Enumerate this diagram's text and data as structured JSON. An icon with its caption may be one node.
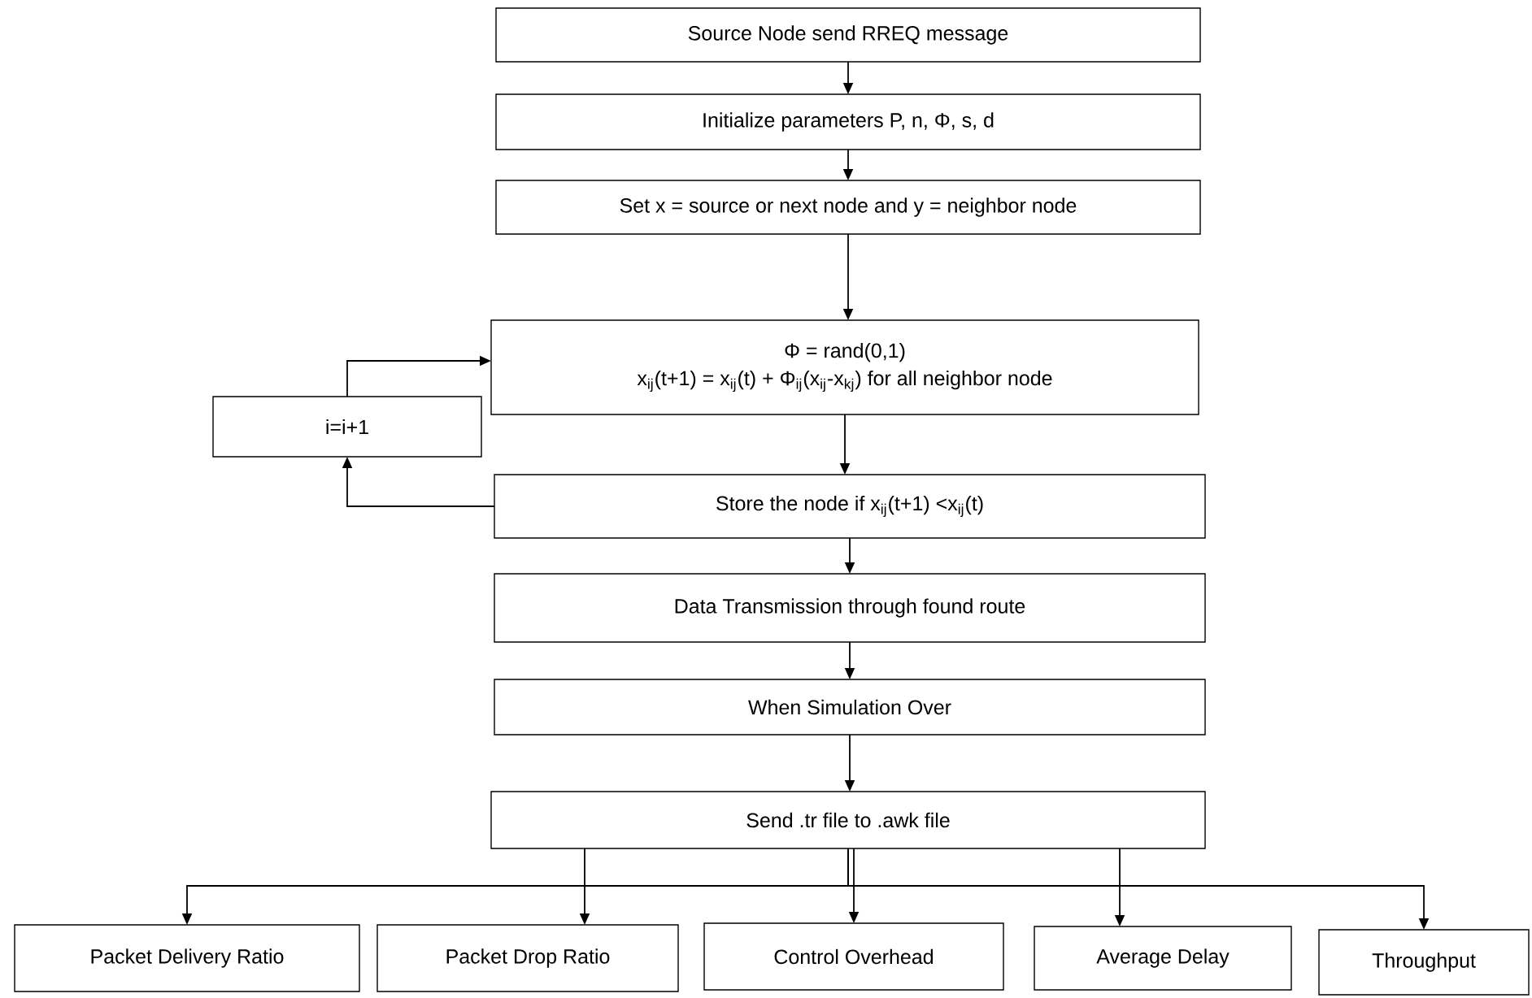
{
  "diagram": {
    "nodes": [
      {
        "text": [
          "Source Node send RREQ message"
        ]
      },
      {
        "text": [
          "Initialize parameters P, n, Φ, s, d"
        ]
      },
      {
        "text": [
          "Set x = source or next node and y = neighbor node"
        ]
      },
      {
        "text": [
          "Φ = rand(0,1)",
          "x$_{ij}$(t+1) = x$_{ij}$(t) + Φ$_{ij}$(x$_{ij}$-x$_{kj}$) for all neighbor node"
        ]
      },
      {
        "text": [
          "i=i+1"
        ]
      },
      {
        "text": [
          "Store the node if x$_{ij}$(t+1) <x$_{ij}$(t)"
        ]
      },
      {
        "text": [
          "Data Transmission through found route"
        ]
      },
      {
        "text": [
          "When Simulation Over"
        ]
      },
      {
        "text": [
          "Send .tr file to .awk file"
        ]
      },
      {
        "text": [
          "Packet Delivery Ratio"
        ]
      },
      {
        "text": [
          "Packet Drop Ratio"
        ]
      },
      {
        "text": [
          "Control Overhead"
        ]
      },
      {
        "text": [
          "Average Delay"
        ]
      },
      {
        "text": [
          "Throughput"
        ]
      }
    ],
    "edges": [
      {
        "from": 0,
        "to": 1,
        "arrow": "to"
      },
      {
        "from": 1,
        "to": 2,
        "arrow": "to"
      },
      {
        "from": 2,
        "to": 3,
        "arrow": "to"
      },
      {
        "from": 3,
        "to": 5,
        "arrow": "to"
      },
      {
        "from": 5,
        "to": 4,
        "arrow": "to"
      },
      {
        "from": 4,
        "to": 3,
        "arrow": "to"
      },
      {
        "from": 5,
        "to": 6,
        "arrow": "to"
      },
      {
        "from": 6,
        "to": 7,
        "arrow": "to"
      },
      {
        "from": 7,
        "to": 8,
        "arrow": "to"
      },
      {
        "from": 8,
        "to": 9,
        "arrow": "to"
      },
      {
        "from": 8,
        "to": 10,
        "arrow": "to"
      },
      {
        "from": 8,
        "to": 11,
        "arrow": "to"
      },
      {
        "from": 8,
        "to": 12,
        "arrow": "to"
      },
      {
        "from": 8,
        "to": 13,
        "arrow": "to"
      }
    ]
  }
}
